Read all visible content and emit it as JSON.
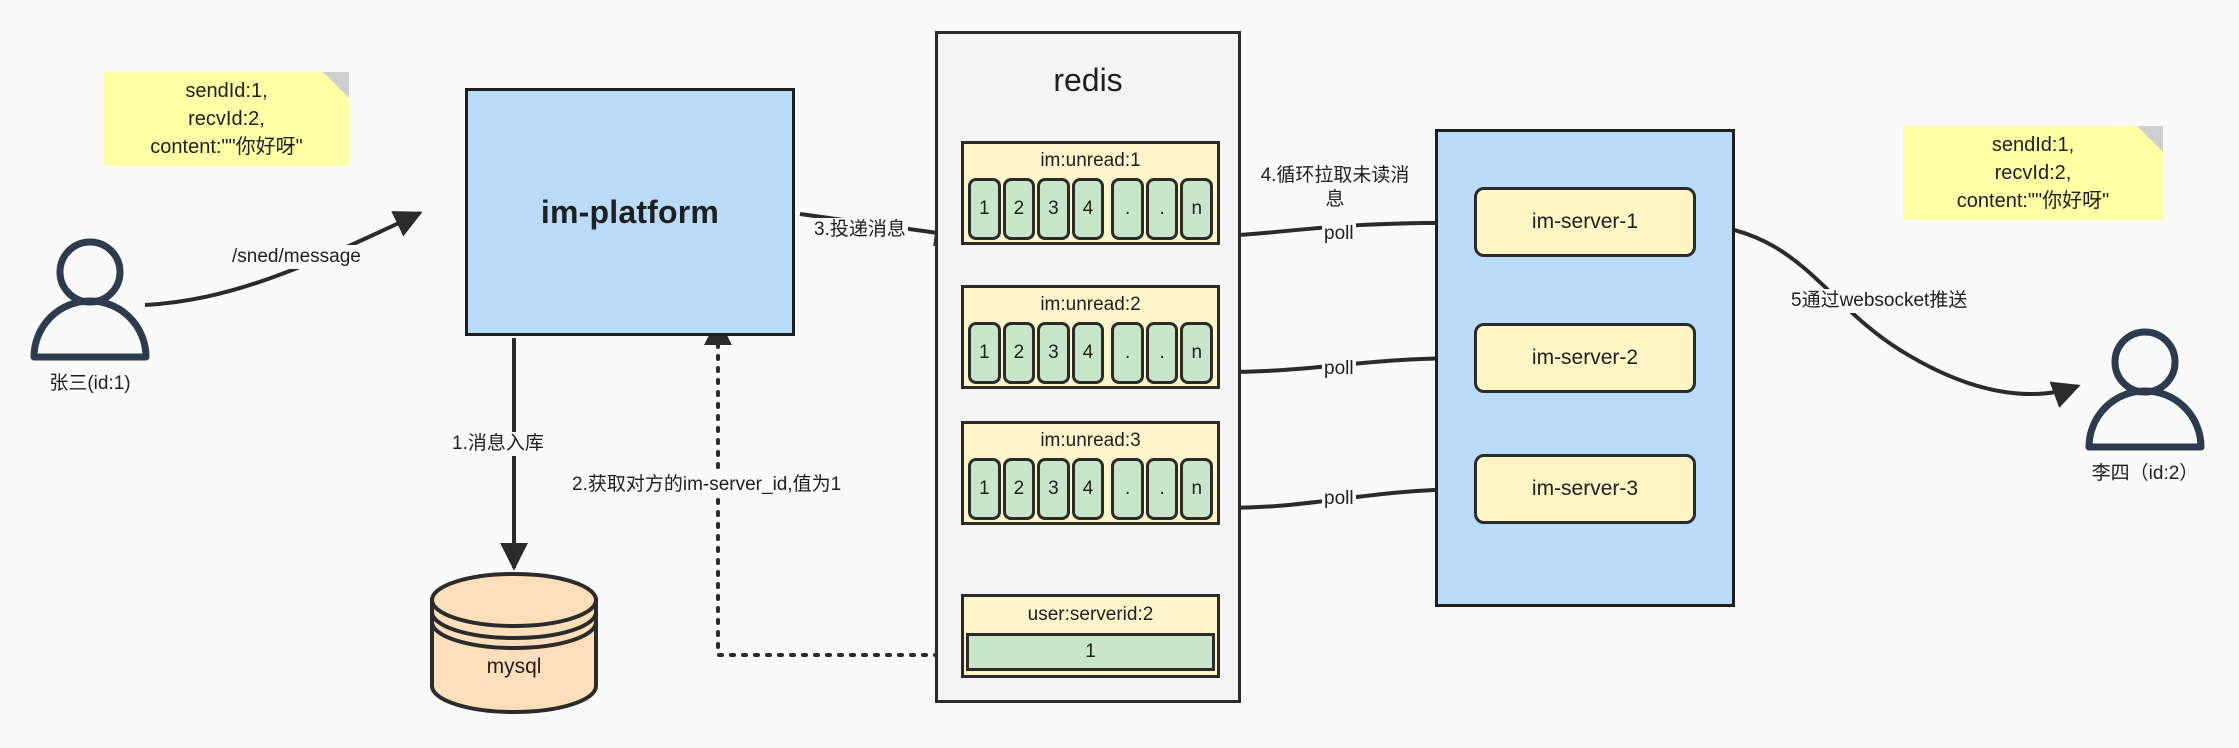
{
  "diagram": {
    "title": "IM message delivery architecture",
    "colors": {
      "note_yellow": "#ffffa6",
      "box_blue": "#b9dcfa",
      "list_yellow": "#fdf5c9",
      "cell_green": "#c8e6ca",
      "server_yellow": "#fdf6c4",
      "db_orange": "#fde0bb",
      "stroke": "#2b2b2b",
      "canvas": "#fafafa"
    },
    "notes": [
      {
        "id": "note-left",
        "text": "sendId:1,\nrecvId:2,\ncontent:\"\"你好呀\""
      },
      {
        "id": "note-right",
        "text": "sendId:1,\nrecvId:2,\ncontent:\"\"你好呀\""
      }
    ],
    "actors": [
      {
        "id": "actor-sender",
        "label": "张三(id:1)"
      },
      {
        "id": "actor-receiver",
        "label": "李四（id:2）"
      }
    ],
    "platform": {
      "label": "im-platform"
    },
    "database": {
      "label": "mysql"
    },
    "redis": {
      "title": "redis",
      "lists": [
        {
          "key": "im:unread:1",
          "cells": [
            "1",
            "2",
            "3",
            "4",
            ".",
            ".",
            "n"
          ]
        },
        {
          "key": "im:unread:2",
          "cells": [
            "1",
            "2",
            "3",
            "4",
            ".",
            ".",
            "n"
          ]
        },
        {
          "key": "im:unread:3",
          "cells": [
            "1",
            "2",
            "3",
            "4",
            ".",
            ".",
            "n"
          ]
        }
      ],
      "kv": {
        "key": "user:serverid:2",
        "value": "1"
      }
    },
    "server_cluster": {
      "servers": [
        {
          "label": "im-server-1"
        },
        {
          "label": "im-server-2"
        },
        {
          "label": "im-server-3"
        }
      ]
    },
    "edges": [
      {
        "id": "edge-send-message",
        "label": "/sned/message"
      },
      {
        "id": "edge-save-db",
        "label": "1.消息入库"
      },
      {
        "id": "edge-get-serverid",
        "label": "2.获取对方的im-server_id,值为1"
      },
      {
        "id": "edge-deliver",
        "label": "3.投递消息"
      },
      {
        "id": "edge-pull-unread",
        "label": "4.循环拉取未读消\n息"
      },
      {
        "id": "edge-poll-1",
        "label": "poll"
      },
      {
        "id": "edge-poll-2",
        "label": "poll"
      },
      {
        "id": "edge-poll-3",
        "label": "poll"
      },
      {
        "id": "edge-websocket-push",
        "label": "5通过websocket推送"
      }
    ]
  }
}
